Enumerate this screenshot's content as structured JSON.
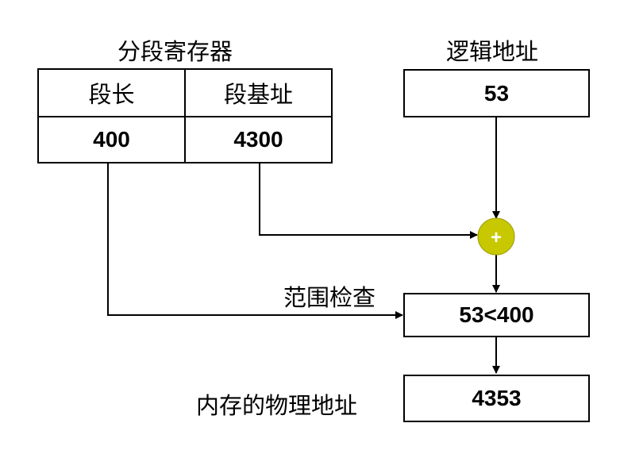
{
  "segment_register": {
    "title": "分段寄存器",
    "headers": {
      "length": "段长",
      "base": "段基址"
    },
    "values": {
      "length": "400",
      "base": "4300"
    }
  },
  "logical_address": {
    "title": "逻辑地址",
    "value": "53"
  },
  "adder": {
    "symbol": "+",
    "color": "#c8c800"
  },
  "range_check": {
    "label": "范围检查",
    "value": "53<400"
  },
  "physical_address": {
    "label": "内存的物理地址",
    "value": "4353"
  }
}
